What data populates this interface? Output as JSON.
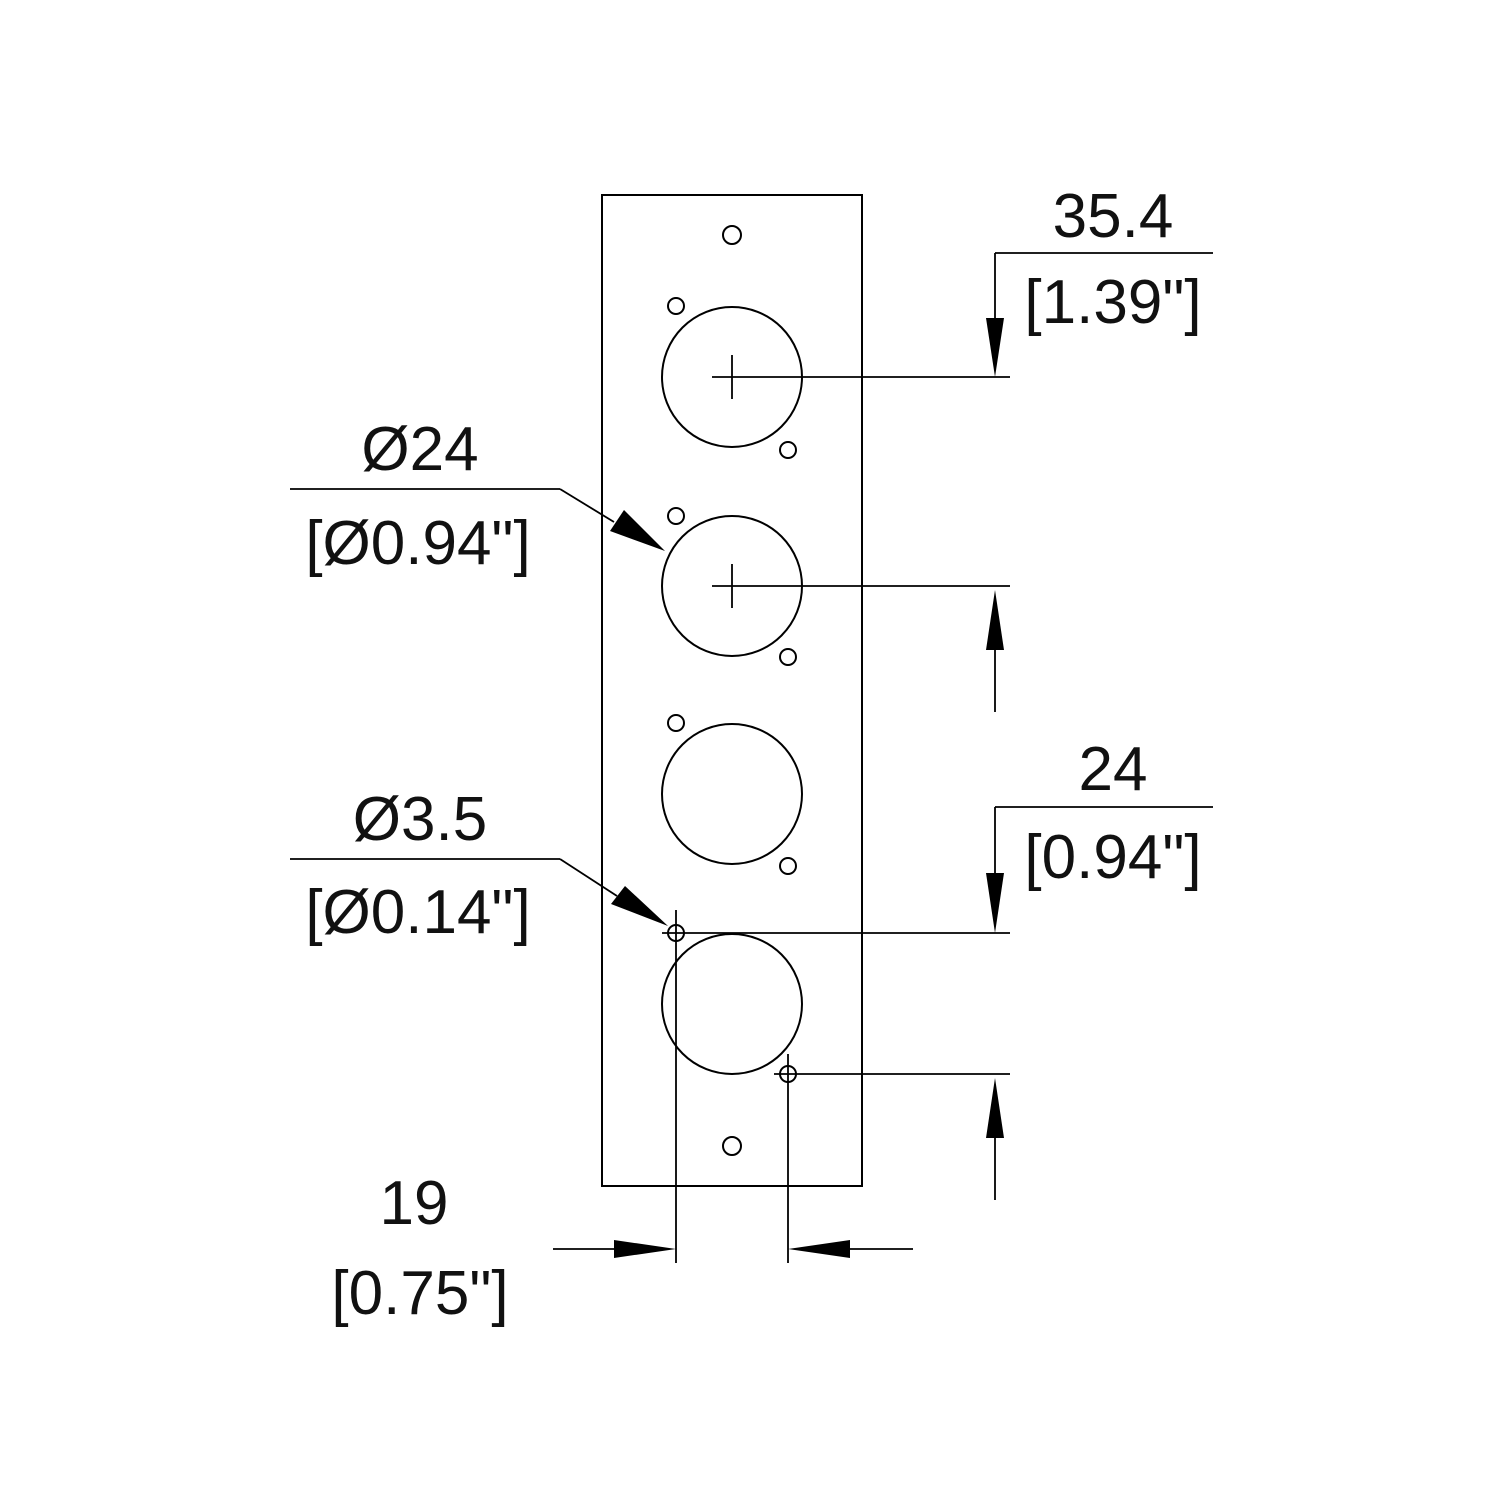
{
  "dimensions": {
    "pitch_mm": "35.4",
    "pitch_in": "[1.39\"]",
    "hole_dia_mm": "Ø24",
    "hole_dia_in": "[Ø0.94\"]",
    "vertical_spacing_mm": "24",
    "vertical_spacing_in": "[0.94\"]",
    "screw_dia_mm": "Ø3.5",
    "screw_dia_in": "[Ø0.14\"]",
    "horizontal_spacing_mm": "19",
    "horizontal_spacing_in": "[0.75\"]"
  },
  "colors": {
    "line": "#000000",
    "background": "#ffffff"
  }
}
